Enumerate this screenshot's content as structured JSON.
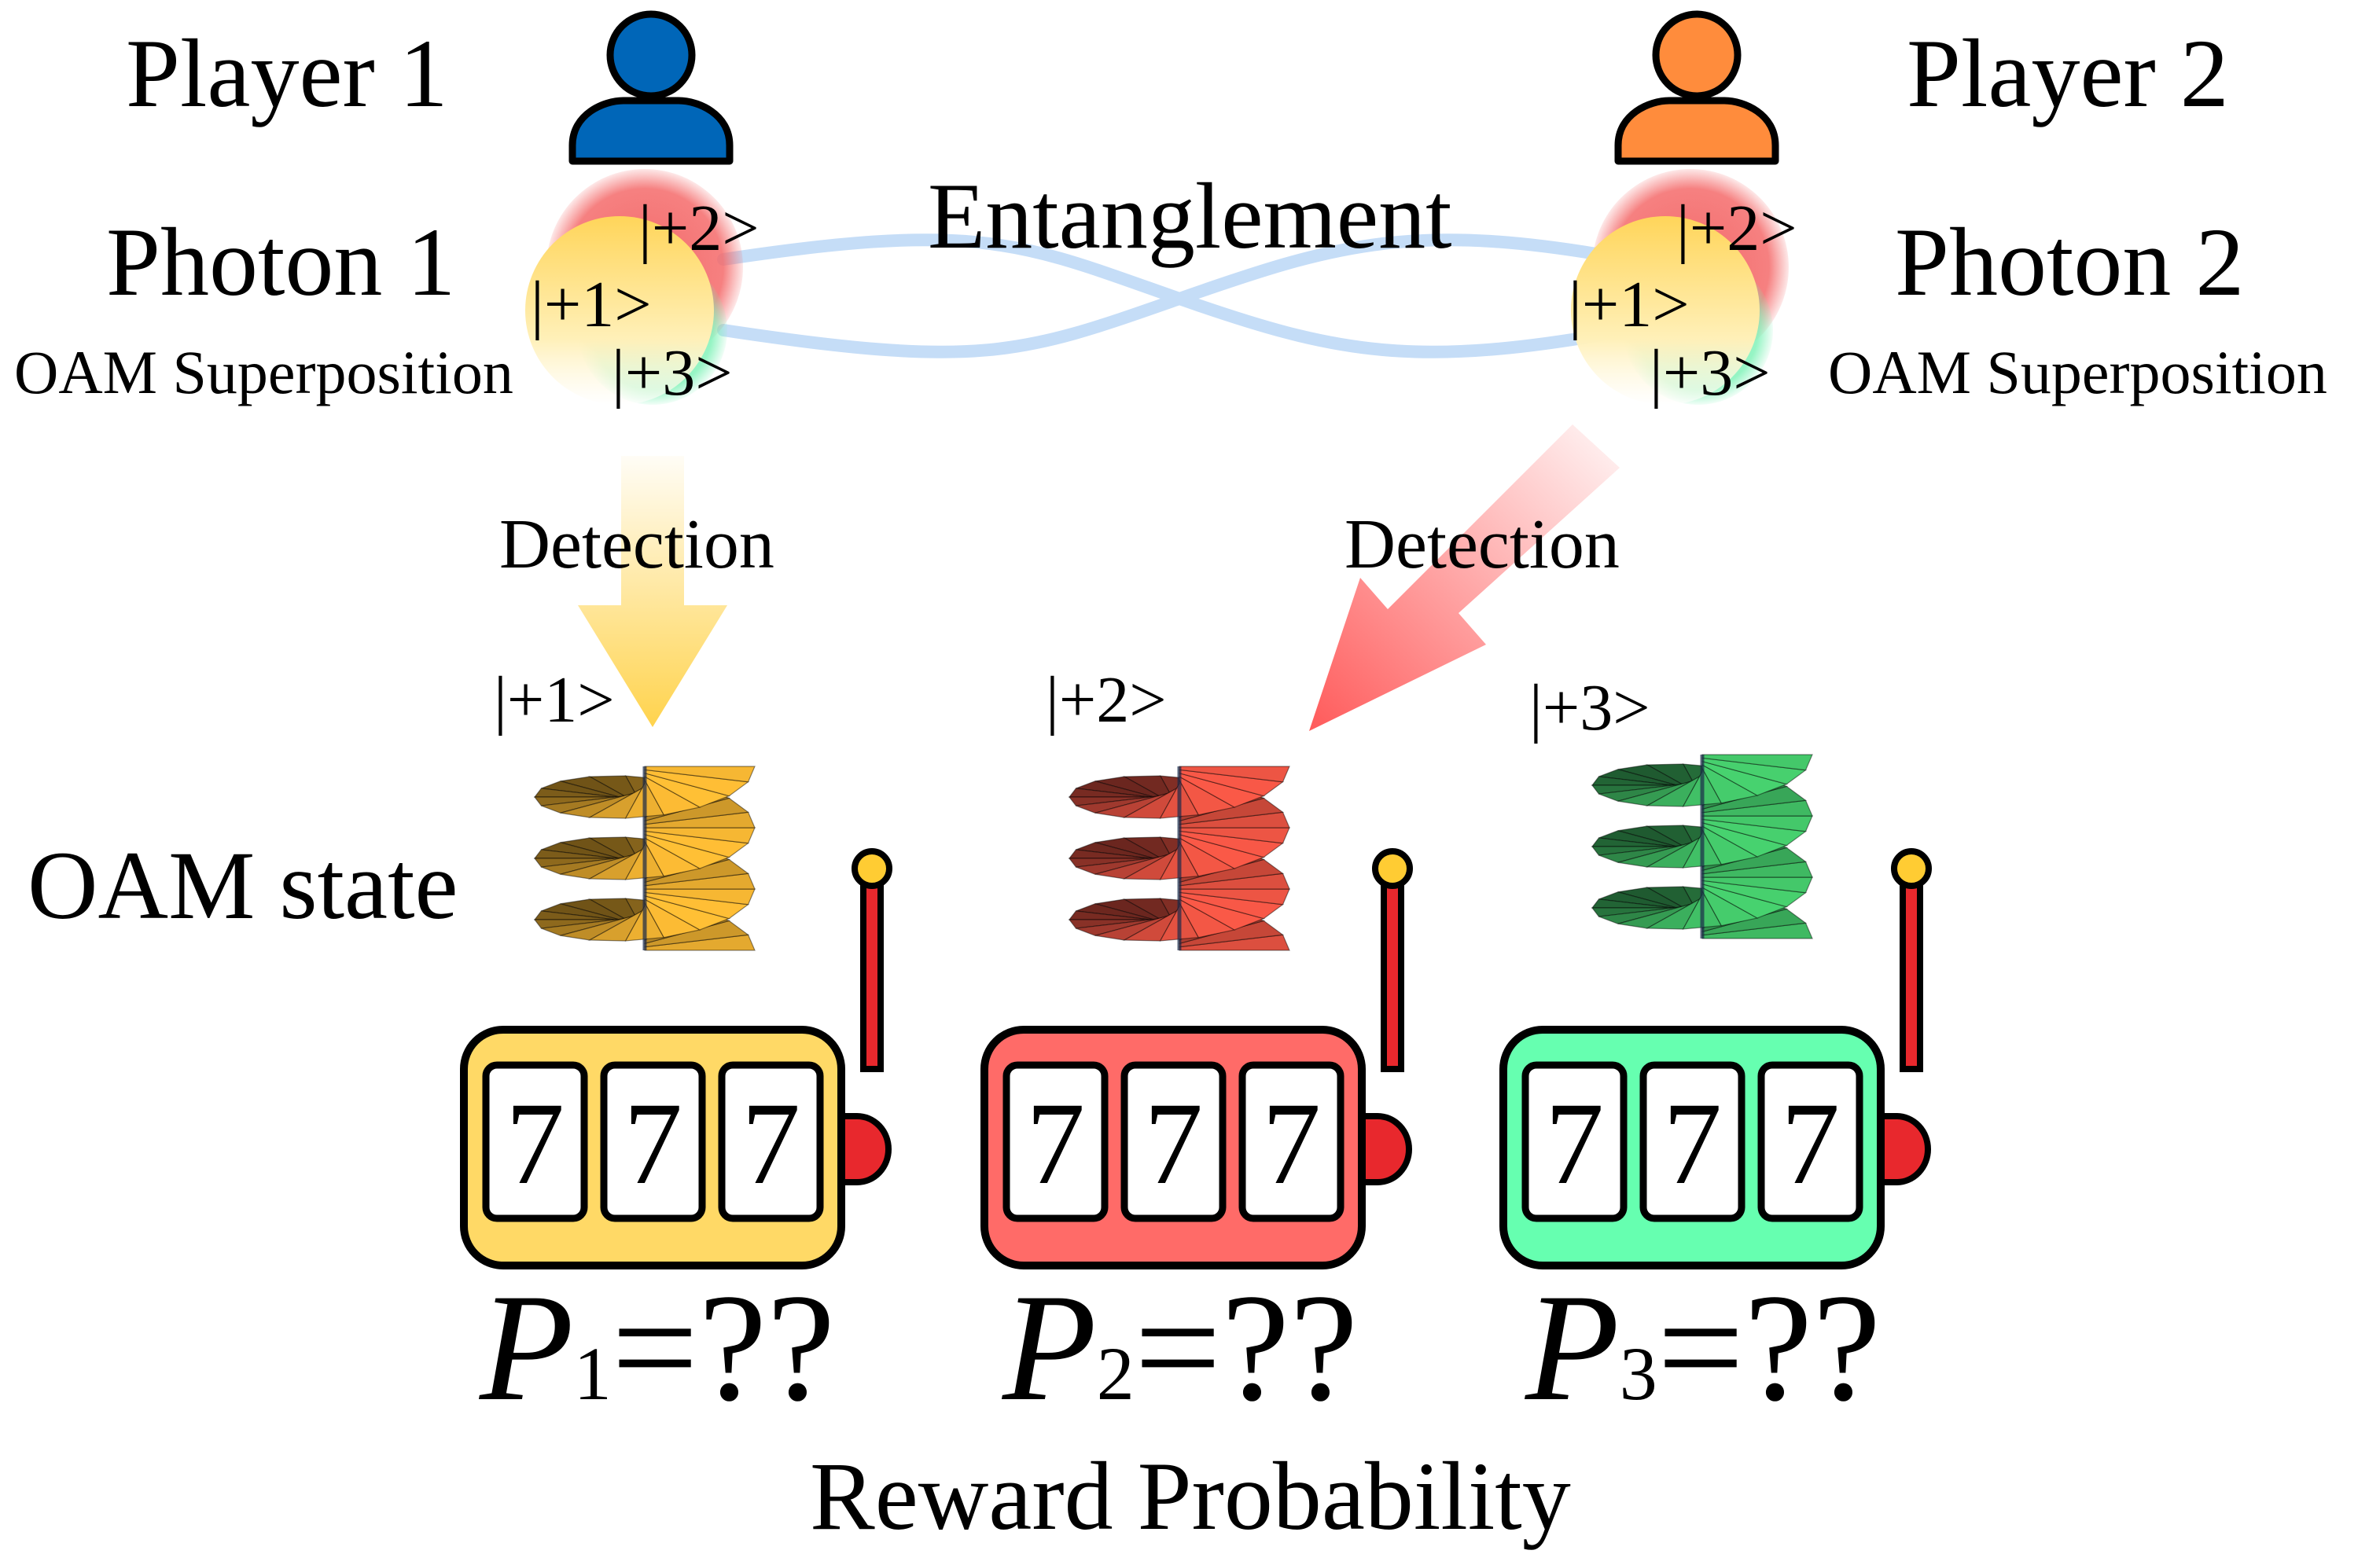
{
  "players": [
    {
      "label": "Player 1",
      "color": "#0066b8"
    },
    {
      "label": "Player 2",
      "color": "#ff8c3c"
    }
  ],
  "photons": [
    {
      "label": "Photon 1",
      "sublabel": "OAM Superposition",
      "kets": [
        "|+2>",
        "|+1>",
        "|+3>"
      ]
    },
    {
      "label": "Photon 2",
      "sublabel": "OAM Superposition",
      "kets": [
        "|+2>",
        "|+1>",
        "|+3>"
      ]
    }
  ],
  "entanglement_label": "Entanglement",
  "detection_labels": [
    "Detection",
    "Detection"
  ],
  "oam_state_label": "OAM state",
  "oam_states": [
    {
      "ket": "|+1>",
      "color": "#f7b733"
    },
    {
      "ket": "|+2>",
      "color": "#ee5544"
    },
    {
      "ket": "|+3>",
      "color": "#44c86a"
    }
  ],
  "machines": [
    {
      "reels": [
        "7",
        "7",
        "7"
      ],
      "color": "#ffd966",
      "prob_symbol": "P",
      "prob_index": "1",
      "prob_value": "=??"
    },
    {
      "reels": [
        "7",
        "7",
        "7"
      ],
      "color": "#ff6b68",
      "prob_symbol": "P",
      "prob_index": "2",
      "prob_value": "=??"
    },
    {
      "reels": [
        "7",
        "7",
        "7"
      ],
      "color": "#66ffb0",
      "prob_symbol": "P",
      "prob_index": "3",
      "prob_value": "=??"
    }
  ],
  "reward_label": "Reward Probability",
  "colors": {
    "entanglement_line": "#c5ddf7",
    "lever_red": "#e8282d",
    "lever_knob": "#ffcc33",
    "ket_red": "#f46a6a",
    "ket_yellow": "#ffd860",
    "ket_green": "#7cf2b6"
  }
}
